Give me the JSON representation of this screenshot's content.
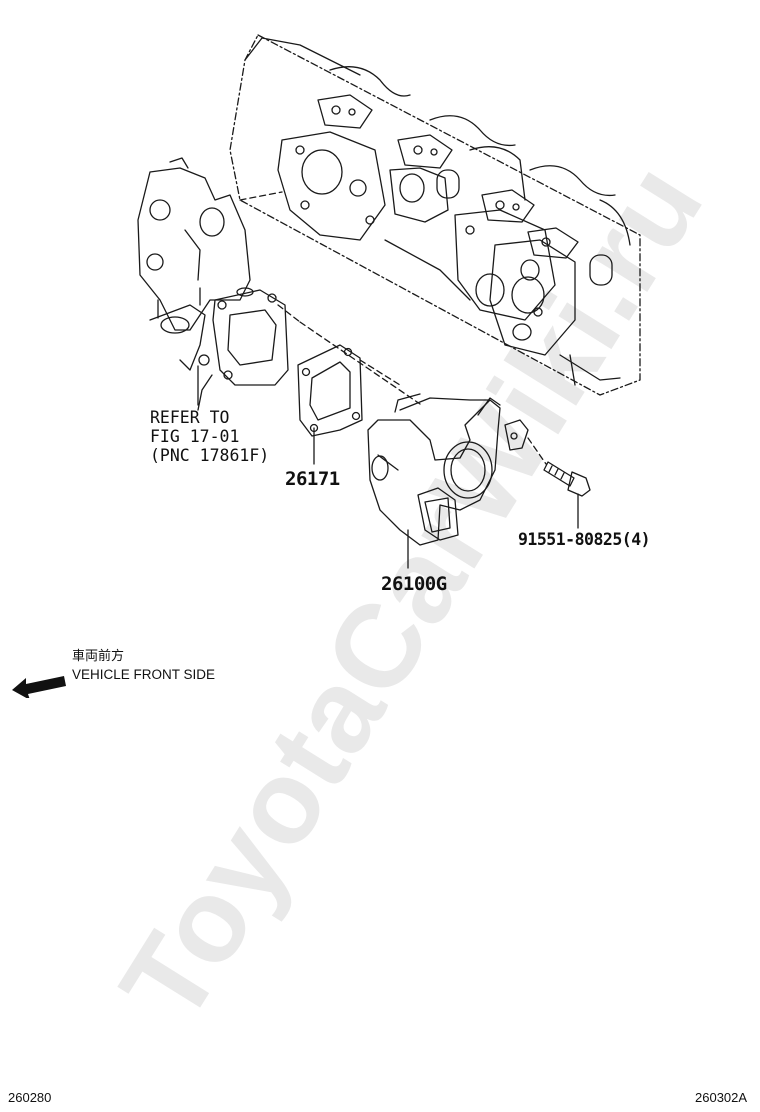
{
  "watermark": "ToyotaCarWiki.ru",
  "refer_note": {
    "line1": "REFER TO",
    "line2": "FIG 17-01",
    "line3": "(PNC 17861F)"
  },
  "parts": {
    "gasket": "26171",
    "throttle_body": "26100G",
    "bolt": "91551-80825(4)"
  },
  "vehicle_front": {
    "japanese": "車両前方",
    "english": "VEHICLE FRONT SIDE"
  },
  "codes": {
    "left": "260280",
    "right": "260302A"
  },
  "colors": {
    "line": "#1a1a1a",
    "watermark": "#e9e9e9"
  }
}
